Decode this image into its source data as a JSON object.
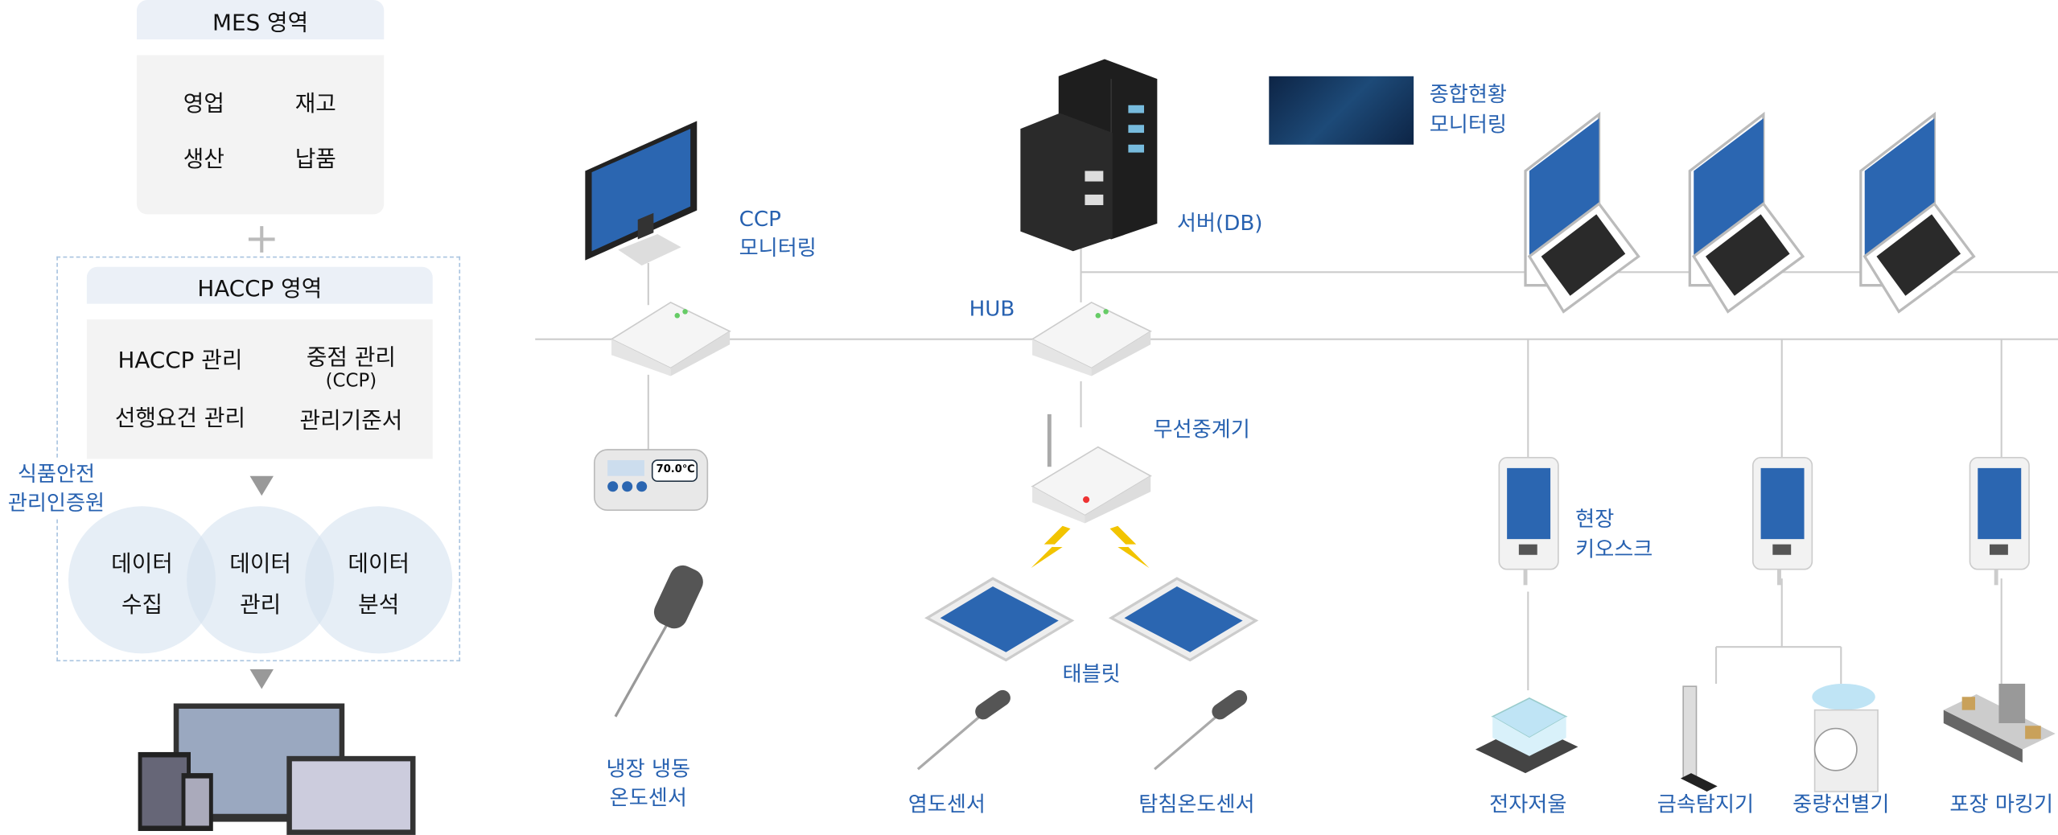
{
  "mes": {
    "title": "MES 영역",
    "items": [
      "영업",
      "재고",
      "생산",
      "납품"
    ]
  },
  "haccp": {
    "title": "HACCP 영역",
    "items": [
      "HACCP 관리",
      "중점 관리",
      "(CCP)",
      "선행요건 관리",
      "관리기준서"
    ]
  },
  "certifier": [
    "식품안전",
    "관리인증원"
  ],
  "data_circles": [
    [
      "데이터",
      "수집"
    ],
    [
      "데이터",
      "관리"
    ],
    [
      "데이터",
      "분석"
    ]
  ],
  "network": {
    "ccp_monitoring": [
      "CCP",
      "모니터링"
    ],
    "hub": "HUB",
    "server": "서버(DB)",
    "overall_monitoring": [
      "종합현황",
      "모니터링"
    ],
    "wireless_repeater": "무선중계기",
    "tablet": "태블릿",
    "fridge_sensor": [
      "냉장 냉동",
      "온도센서"
    ],
    "salinity_sensor": "염도센서",
    "probe_sensor": "탐침온도센서",
    "kiosk": [
      "현장",
      "키오스크"
    ],
    "scale": "전자저울",
    "metal_detector": "금속탐지기",
    "weight_sorter": "중량선별기",
    "packaging_marker": "포장 마킹기",
    "thermo_display": "70.0℃"
  },
  "colors": {
    "label_blue": "#2761b0",
    "screen_blue": "#2b66b1",
    "line": "#cccccc",
    "dashed": "#a9c4e0",
    "header_bg": "#ebf0f7",
    "bolt": "#f2c400"
  }
}
